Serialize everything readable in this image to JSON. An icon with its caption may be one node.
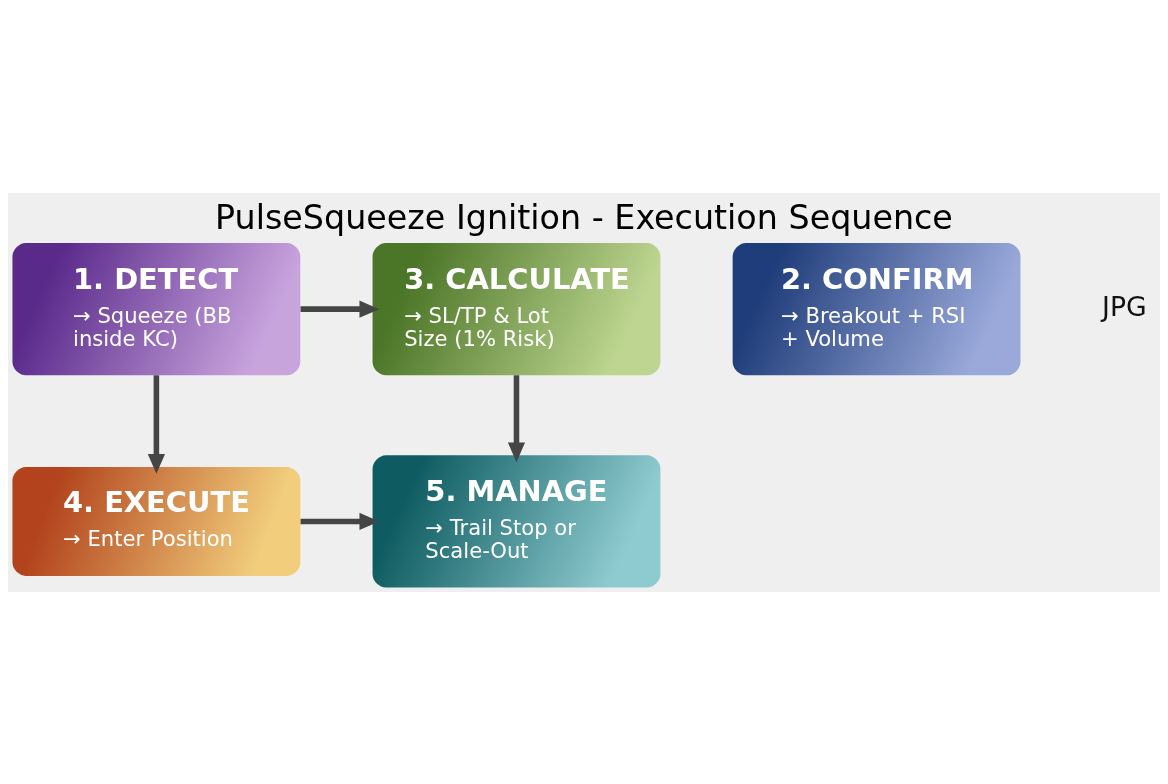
{
  "diagram": {
    "title": "PulseSqueeze Ignition - Execution Sequence",
    "nodes": [
      {
        "text": [
          "1. DETECT",
          "→ Squeeze (BB inside KC)"
        ]
      },
      {
        "text": [
          "2. CONFIRM",
          "→ Breakout + RSI + Volume"
        ]
      },
      {
        "text": [
          "3. CALCULATE",
          "→ SL/TP & Lot Size (1% Risk)"
        ]
      },
      {
        "text": [
          "4. EXECUTE",
          "→ Enter Position"
        ]
      },
      {
        "text": [
          "5. MANAGE",
          "→ Trail Stop or Scale-Out"
        ]
      }
    ],
    "edges": [
      {
        "from": 0,
        "to": 2,
        "arrow": "to"
      },
      {
        "from": 0,
        "to": 3,
        "arrow": "to"
      },
      {
        "from": 2,
        "to": 4,
        "arrow": "to"
      },
      {
        "from": 3,
        "to": 4,
        "arrow": "to"
      }
    ],
    "labels": [
      "JPG"
    ]
  }
}
